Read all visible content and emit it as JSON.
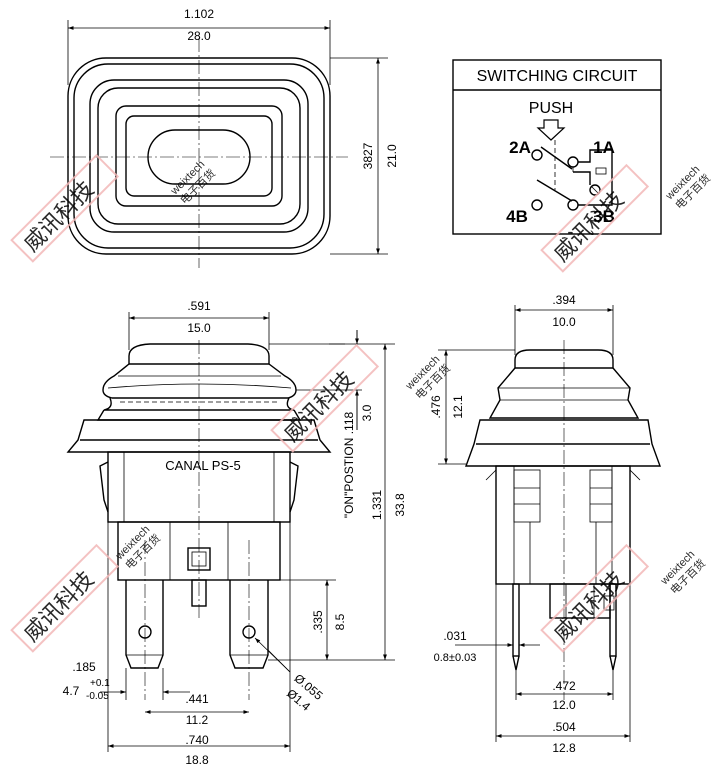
{
  "top_view": {
    "width_in": "1.102",
    "width_mm": "28.0",
    "height_in": "3827",
    "height_mm": "21.0"
  },
  "circuit": {
    "title": "SWITCHING CIRCUIT",
    "push_label": "PUSH",
    "terminal_2a": "2A",
    "terminal_1a": "1A",
    "terminal_4b": "4B",
    "terminal_3b": "3B"
  },
  "front_view": {
    "cap_width_in": ".591",
    "cap_width_mm": "15.0",
    "model_label": "CANAL PS-5",
    "on_position_label": "\"ON\"POSTION .118",
    "on_position_mm": "3.0",
    "total_height_in": "1.331",
    "total_height_mm": "33.8",
    "terminal_len_in": ".335",
    "terminal_len_mm": "8.5",
    "terminal_width_in": ".185",
    "terminal_width_mm": "4.7",
    "terminal_tol_plus": "+0.1",
    "terminal_tol_minus": "-0.05",
    "hole_dia_in": "Ø.055",
    "hole_dia_mm": "Ø1.4",
    "pitch_in": ".441",
    "pitch_mm": "11.2",
    "body_width_in": ".740",
    "body_width_mm": "18.8"
  },
  "side_view": {
    "cap_width_in": ".394",
    "cap_width_mm": "10.0",
    "cap_height_in": ".476",
    "cap_height_mm": "12.1",
    "pin_thk_in": ".031",
    "pin_thk_mm": "0.8±0.03",
    "pin_pitch_in": ".472",
    "pin_pitch_mm": "12.0",
    "body_depth_in": ".504",
    "body_depth_mm": "12.8"
  },
  "watermark": {
    "cn": "威讯科技",
    "en": "weixtech",
    "sub": "电子百货"
  }
}
